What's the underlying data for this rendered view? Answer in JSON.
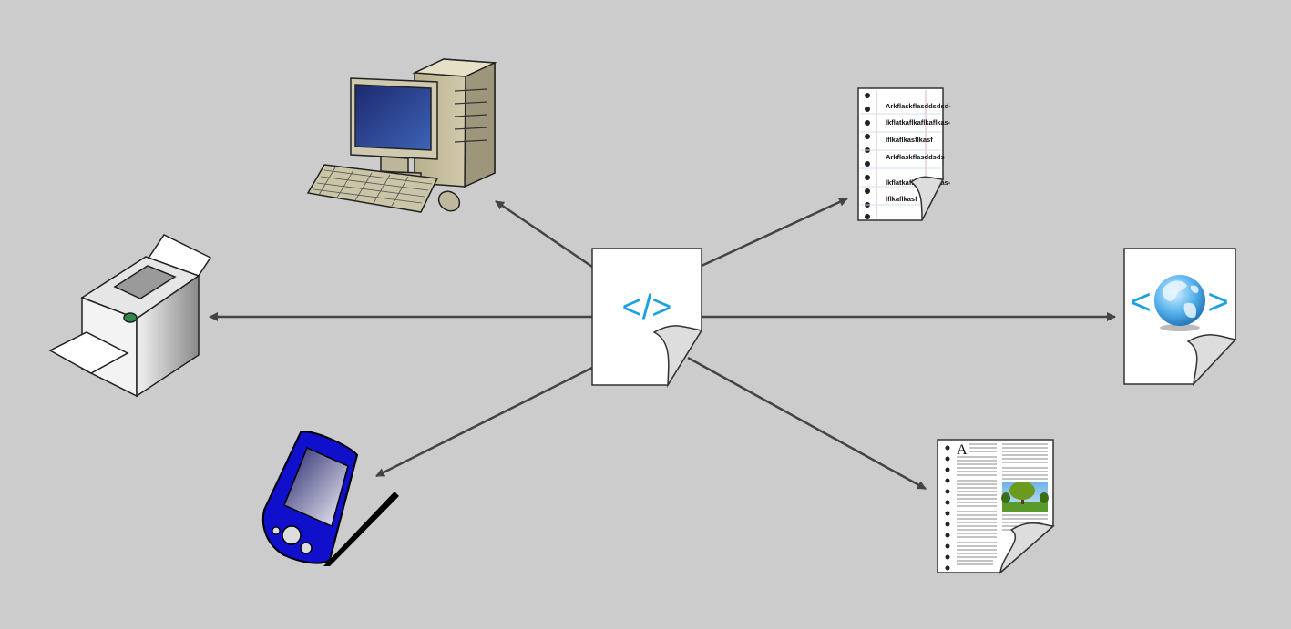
{
  "diagram": {
    "center": {
      "label": "</>",
      "label_color": "#1ba1e2"
    },
    "web_doc": {
      "left_bracket": "<",
      "right_bracket": ">",
      "label_color": "#1ba1e2"
    },
    "text_doc": {
      "lines": [
        "Arkflaskflasddsdsd-",
        "lkflatkaflkaflkaflkas-",
        "lflkaflkasflkasf",
        "Arkflaskflasddsds",
        "lkflatkaflkaflkaflkas-",
        "lflkaflkasf"
      ]
    },
    "article_doc": {
      "drop_cap": "A"
    },
    "connections": [
      {
        "from": "source-code-document",
        "to": "desktop-computer-icon"
      },
      {
        "from": "source-code-document",
        "to": "text-document-icon"
      },
      {
        "from": "source-code-document",
        "to": "printer-icon"
      },
      {
        "from": "source-code-document",
        "to": "web-document-icon"
      },
      {
        "from": "source-code-document",
        "to": "handheld-device-icon"
      },
      {
        "from": "source-code-document",
        "to": "article-document-icon"
      }
    ],
    "colors": {
      "background": "#cccccc",
      "arrow": "#444444",
      "accent": "#1ba1e2",
      "pda": "#1010cc"
    }
  }
}
